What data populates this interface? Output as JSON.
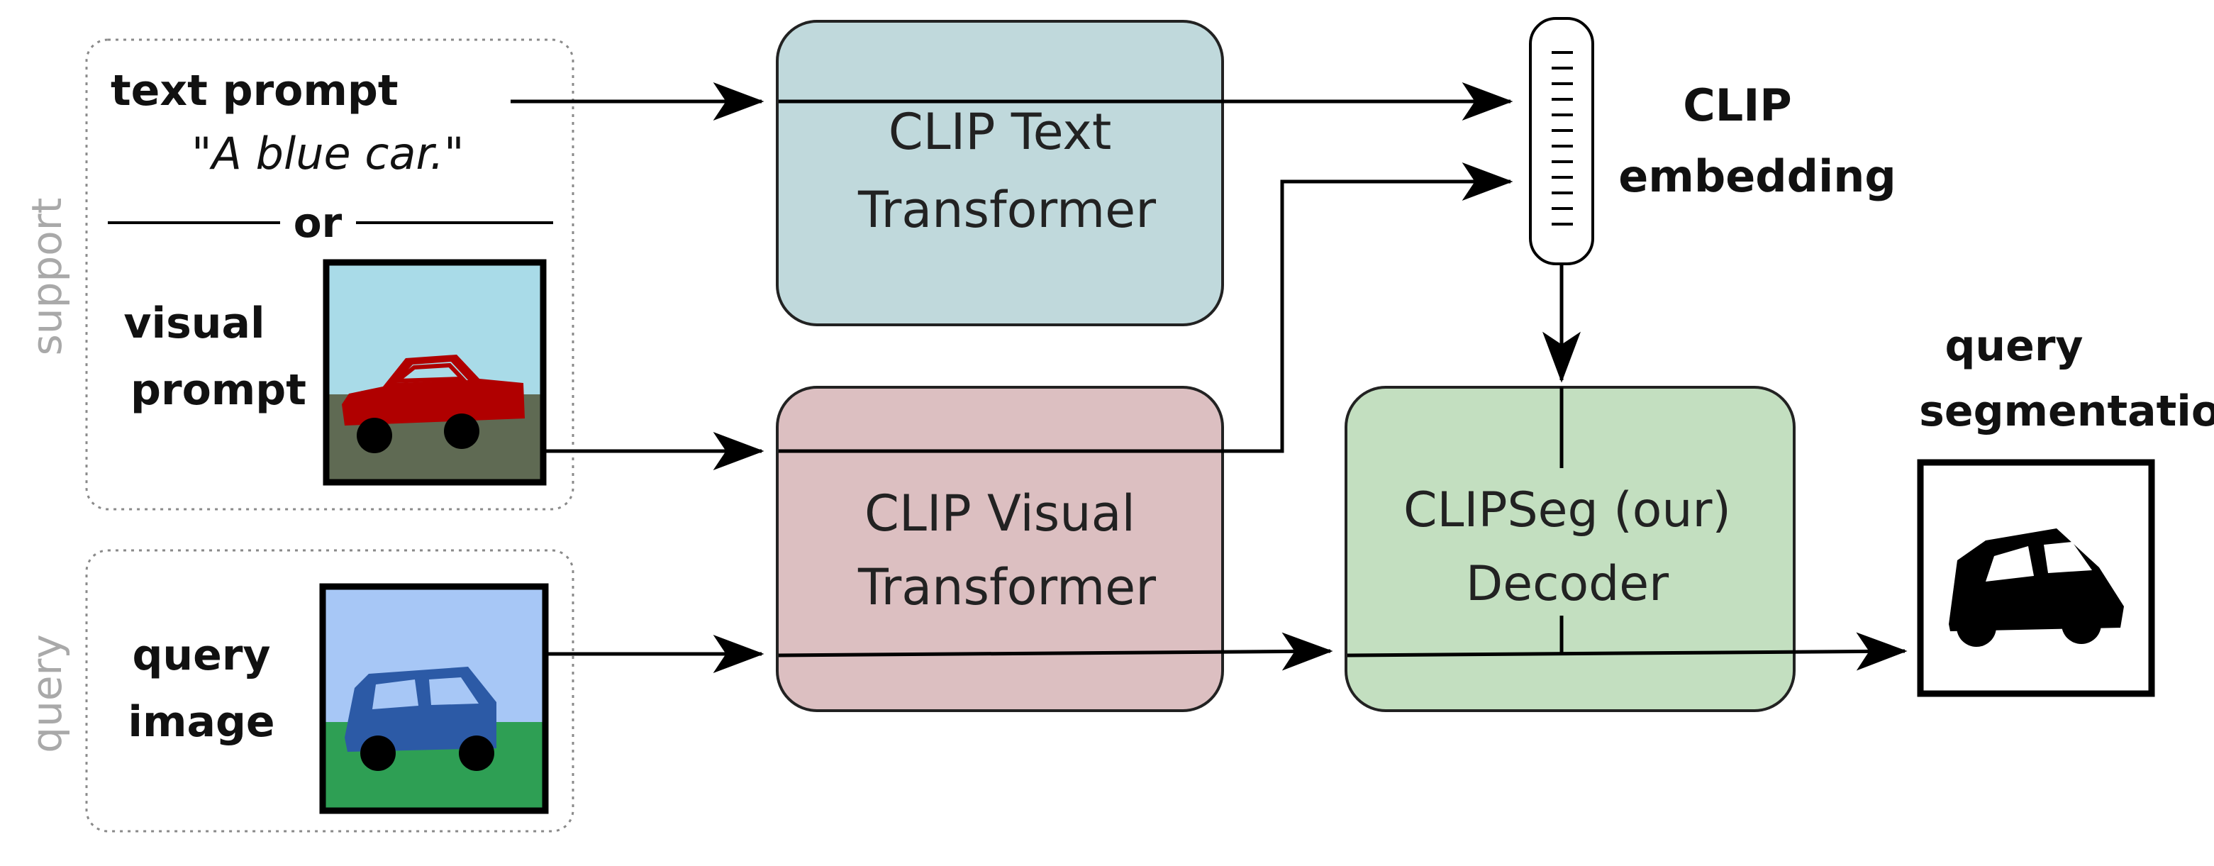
{
  "diagram": {
    "side_labels": {
      "support": "support",
      "query": "query"
    },
    "support": {
      "text_prompt_label": "text prompt",
      "text_prompt_example": "\"A blue car.\"",
      "or": "or",
      "visual_prompt_line1": "visual",
      "visual_prompt_line2": "prompt"
    },
    "query": {
      "line1": "query",
      "line2": "image"
    },
    "text_transformer": {
      "line1": "CLIP Text",
      "line2": "Transformer"
    },
    "visual_transformer": {
      "line1": "CLIP Visual",
      "line2": "Transformer"
    },
    "embedding": {
      "line1": "CLIP",
      "line2": "embedding"
    },
    "decoder": {
      "line1": "CLIPSeg (our)",
      "line2": "Decoder"
    },
    "output": {
      "line1": "query",
      "line2": "segmentation"
    }
  },
  "colors": {
    "text_transformer_fill": "#c0d9dc",
    "visual_transformer_fill": "#dcbfc1",
    "decoder_fill": "#c3dfc0",
    "side_label": "#a9a9a9",
    "support_sky": "#a9dbe8",
    "support_ground": "#5f6a53",
    "support_car": "#b00000",
    "query_sky": "#a7c7f6",
    "query_ground": "#2e9f54",
    "query_car": "#2c5aa6"
  }
}
